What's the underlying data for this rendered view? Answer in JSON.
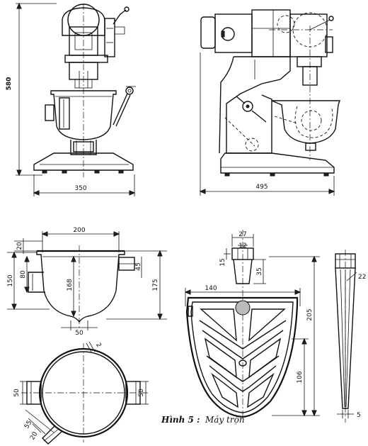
{
  "caption": {
    "label": "Hình 5 :",
    "title": "Máy trộn"
  },
  "dimensions": {
    "front_height": "580",
    "front_width": "350",
    "side_width": "495",
    "bowl_top_width": "200",
    "bowl_rim": "20",
    "bowl_side_height": "150",
    "bowl_handle_offset": "80",
    "bowl_depth": "168",
    "bowl_total_height": "175",
    "bowl_handle_size": "45",
    "bowl_bottom": "50",
    "bowl_wall": "2",
    "plan_handle_left": "50",
    "plan_handle_right": "50",
    "plan_55": "55",
    "plan_20": "20",
    "beater_hub_outer": "27",
    "beater_hub_inner": "12",
    "beater_hub_height": "15",
    "beater_shank": "35",
    "beater_width": "140",
    "beater_height": "205",
    "beater_lower": "106",
    "hook_tip": "22",
    "hook_bottom": "5"
  }
}
